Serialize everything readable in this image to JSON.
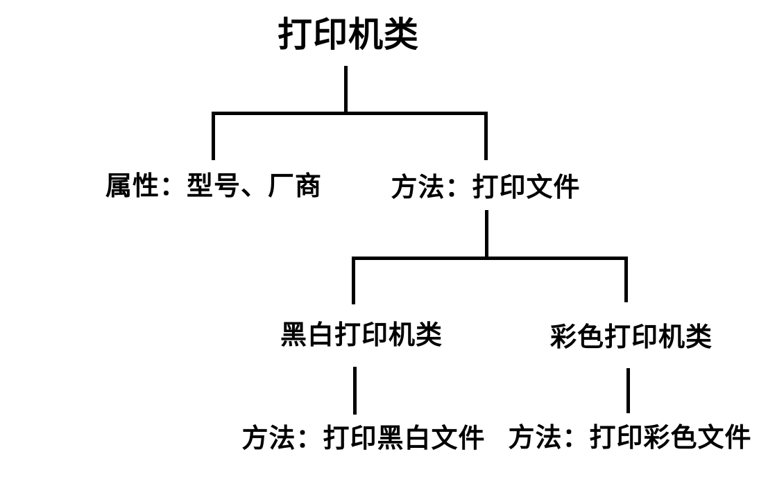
{
  "diagram": {
    "background_color": "#ffffff",
    "line_color": "#000000",
    "text_color": "#000000",
    "root": {
      "label": "打印机类"
    },
    "root_members": [
      {
        "label": "属性：型号、厂商"
      },
      {
        "label": "方法：打印文件"
      }
    ],
    "subclasses": [
      {
        "label": "黑白打印机类",
        "method": "方法：打印黑白文件"
      },
      {
        "label": "彩色打印机类",
        "method": "方法：打印彩色文件"
      }
    ]
  }
}
